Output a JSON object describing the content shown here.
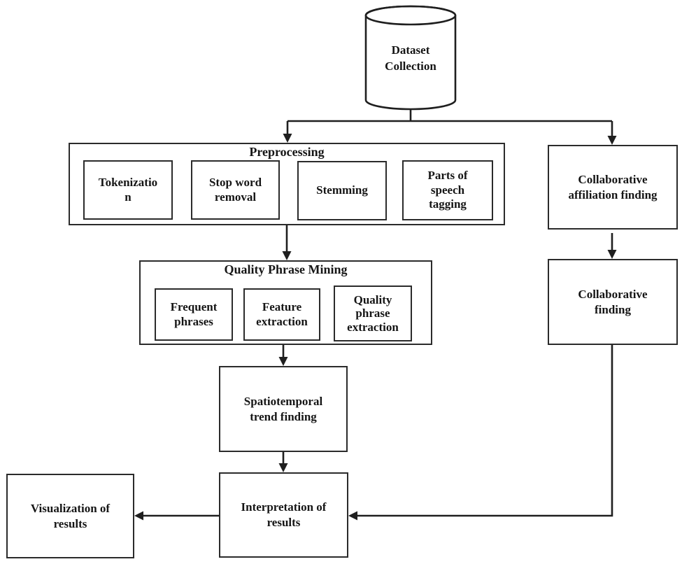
{
  "colors": {
    "line_stroke": "#1f1f1f",
    "box_border": "#2b2b2b",
    "text": "#151515",
    "background": "#ffffff"
  },
  "nodes": {
    "dataset": {
      "label": "Dataset\nCollection"
    },
    "preprocessing": {
      "title": "Preprocessing",
      "steps": [
        {
          "label": "Tokenizatio\nn"
        },
        {
          "label": "Stop word\nremoval"
        },
        {
          "label": "Stemming"
        },
        {
          "label": "Parts of\nspeech\ntagging"
        }
      ]
    },
    "quality_phrase_mining": {
      "title": "Quality Phrase Mining",
      "steps": [
        {
          "label": "Frequent\nphrases"
        },
        {
          "label": "Feature\nextraction"
        },
        {
          "label": "Quality\nphrase\nextraction"
        }
      ]
    },
    "collaborative_affiliation": {
      "label": "Collaborative\naffiliation finding"
    },
    "collaborative_finding": {
      "label": "Collaborative\nfinding"
    },
    "spatiotemporal": {
      "label": "Spatiotemporal\ntrend finding"
    },
    "interpretation": {
      "label": "Interpretation of\nresults"
    },
    "visualization": {
      "label": "Visualization of\nresults"
    }
  }
}
